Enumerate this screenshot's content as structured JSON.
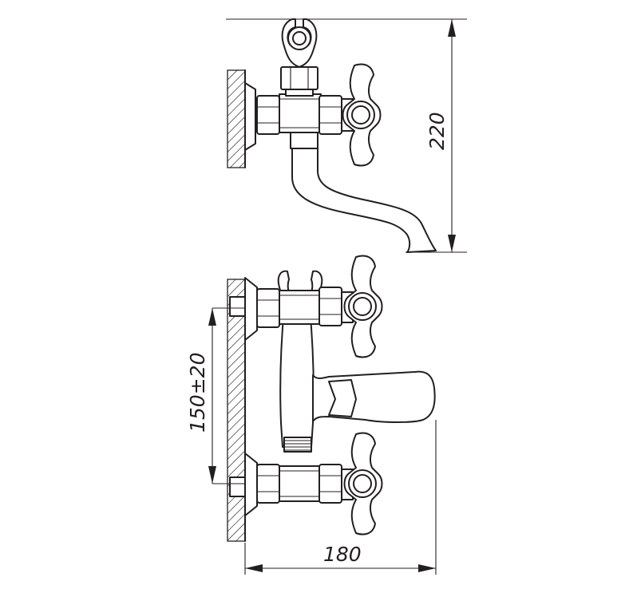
{
  "dimensions": {
    "height": "220",
    "handle_spacing": "150±20",
    "depth": "180"
  },
  "colors": {
    "line": "#231f20",
    "background": "#ffffff"
  }
}
